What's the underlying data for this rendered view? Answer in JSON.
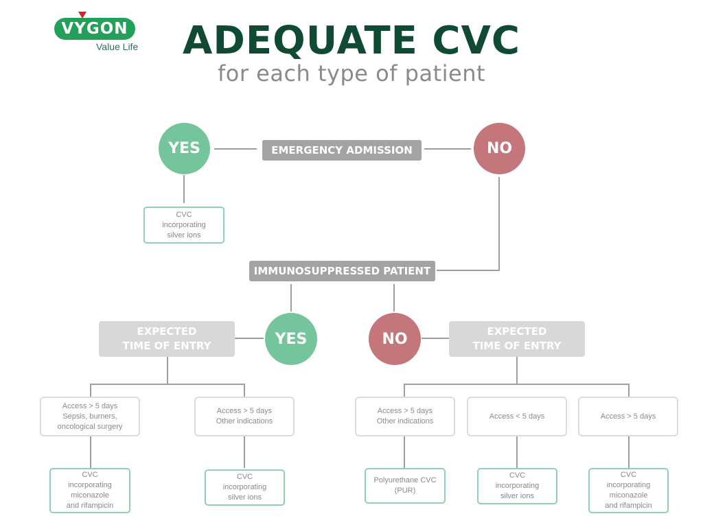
{
  "logo": {
    "brand": "VYGON",
    "tagline": "Value Life"
  },
  "title": "ADEQUATE CVC",
  "subtitle": "for each type of patient",
  "colors": {
    "yes": "#75c59c",
    "no": "#c4767a",
    "title": "#0f4a32",
    "logo": "#22a05a"
  },
  "emergency": {
    "label": "EMERGENCY ADMISSION",
    "yes": "YES",
    "no": "NO",
    "yes_result": "CVC\nincorporating\nsilver ions"
  },
  "immuno": {
    "label": "IMMUNOSUPPRESSED PATIENT",
    "yes": "YES",
    "no": "NO"
  },
  "left_branch": {
    "header": "EXPECTED\nTIME OF ENTRY",
    "conditions": [
      "Access > 5 days\nSepsis, burners,\noncological surgery",
      "Access > 5 days\nOther indications"
    ],
    "results": [
      "CVC\nincorporating\nmiconazole\nand rifampicin",
      "CVC\nincorporating\nsilver ions"
    ]
  },
  "right_branch": {
    "header": "EXPECTED\nTIME OF ENTRY",
    "conditions": [
      "Access > 5 days\nOther indications",
      "Access < 5 days",
      "Access > 5 days"
    ],
    "results": [
      "Polyurethane CVC\n(PUR)",
      "CVC\nincorporating\nsilver ions",
      "CVC\nincorporating\nmiconazole\nand rifampicin"
    ]
  }
}
